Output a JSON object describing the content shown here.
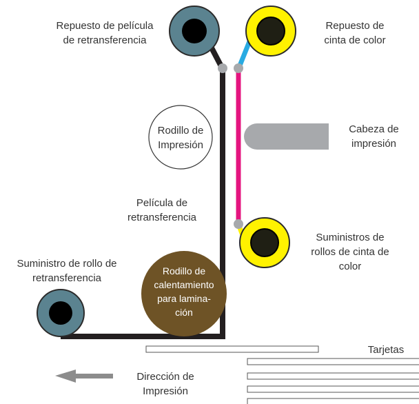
{
  "labels": {
    "retransfer_film_takeup": "Repuesto de película\nde retransferencia",
    "color_ribbon_takeup": "Repuesto de\ncinta de color",
    "print_roller": "Rodillo de\nImpresión",
    "print_head": "Cabeza de\nimpresión",
    "retransfer_film": "Película de\nretransferencia",
    "color_ribbon_supply": "Suministros de\nrollos de cinta de\ncolor",
    "retransfer_roll_supply": "Suministro de rollo de\nretransferencia",
    "heated_roller": "Rodillo de\ncalentamiento\npara lamina-\nción",
    "cards": "Tarjetas",
    "print_direction": "Dirección de\nImpresión"
  },
  "colors": {
    "film": "#231f20",
    "ribbon_magenta": "#e5147f",
    "ribbon_cyan": "#29abe2",
    "ribbon_yellow": "#fff200",
    "spool_teal": "#5b8390",
    "roller_core": "#000000",
    "heated_roller": "#6e5326",
    "print_head": "#a7a9ac",
    "guide_pin": "#a7a9ac",
    "arrow": "#8c8c8c",
    "card_outline": "#555555"
  }
}
